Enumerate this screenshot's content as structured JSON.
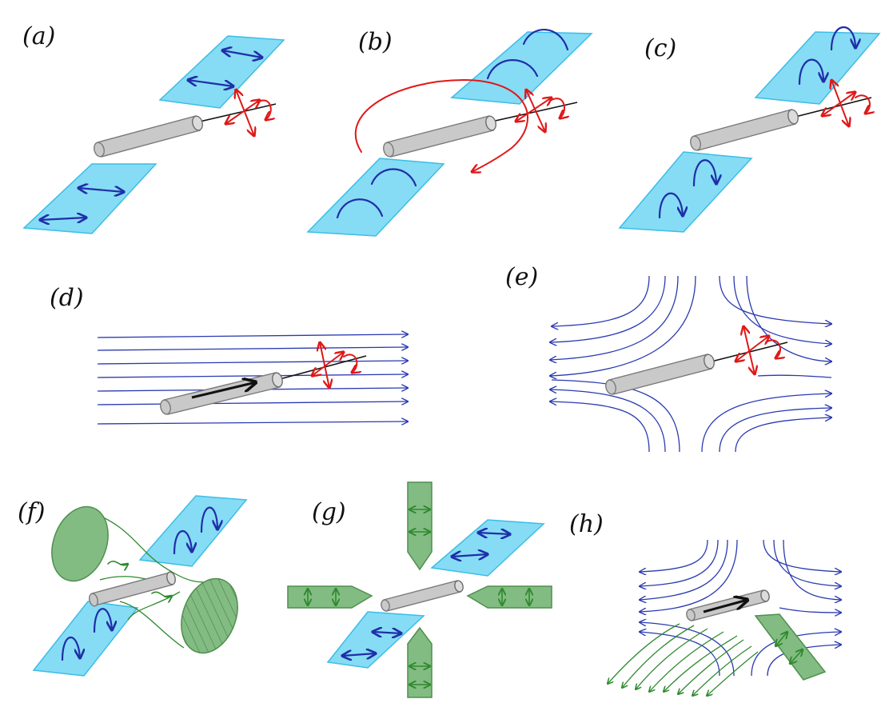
{
  "panels": [
    {
      "id": "a",
      "label": "(a)"
    },
    {
      "id": "b",
      "label": "(b)"
    },
    {
      "id": "c",
      "label": "(c)"
    },
    {
      "id": "d",
      "label": "(d)"
    },
    {
      "id": "e",
      "label": "(e)"
    },
    {
      "id": "f",
      "label": "(f)"
    },
    {
      "id": "g",
      "label": "(g)"
    },
    {
      "id": "h",
      "label": "(h)"
    }
  ],
  "colors": {
    "sheet_fill": "#86dcf5",
    "sheet_edge": "#3bbde6",
    "green_sheet": "#82bc82",
    "field_blue": "#2a3ab0",
    "rotation_red": "#e01818",
    "field_green": "#2f8a2f",
    "rod_gray": "#c9c9c9"
  },
  "icons": {
    "rod": "gray-cylinder-rod-icon",
    "rotation": "red-rotation-axes-icon",
    "double_arrow": "double-headed-arrow-icon",
    "arc_arrow": "arc-arrow-icon"
  }
}
